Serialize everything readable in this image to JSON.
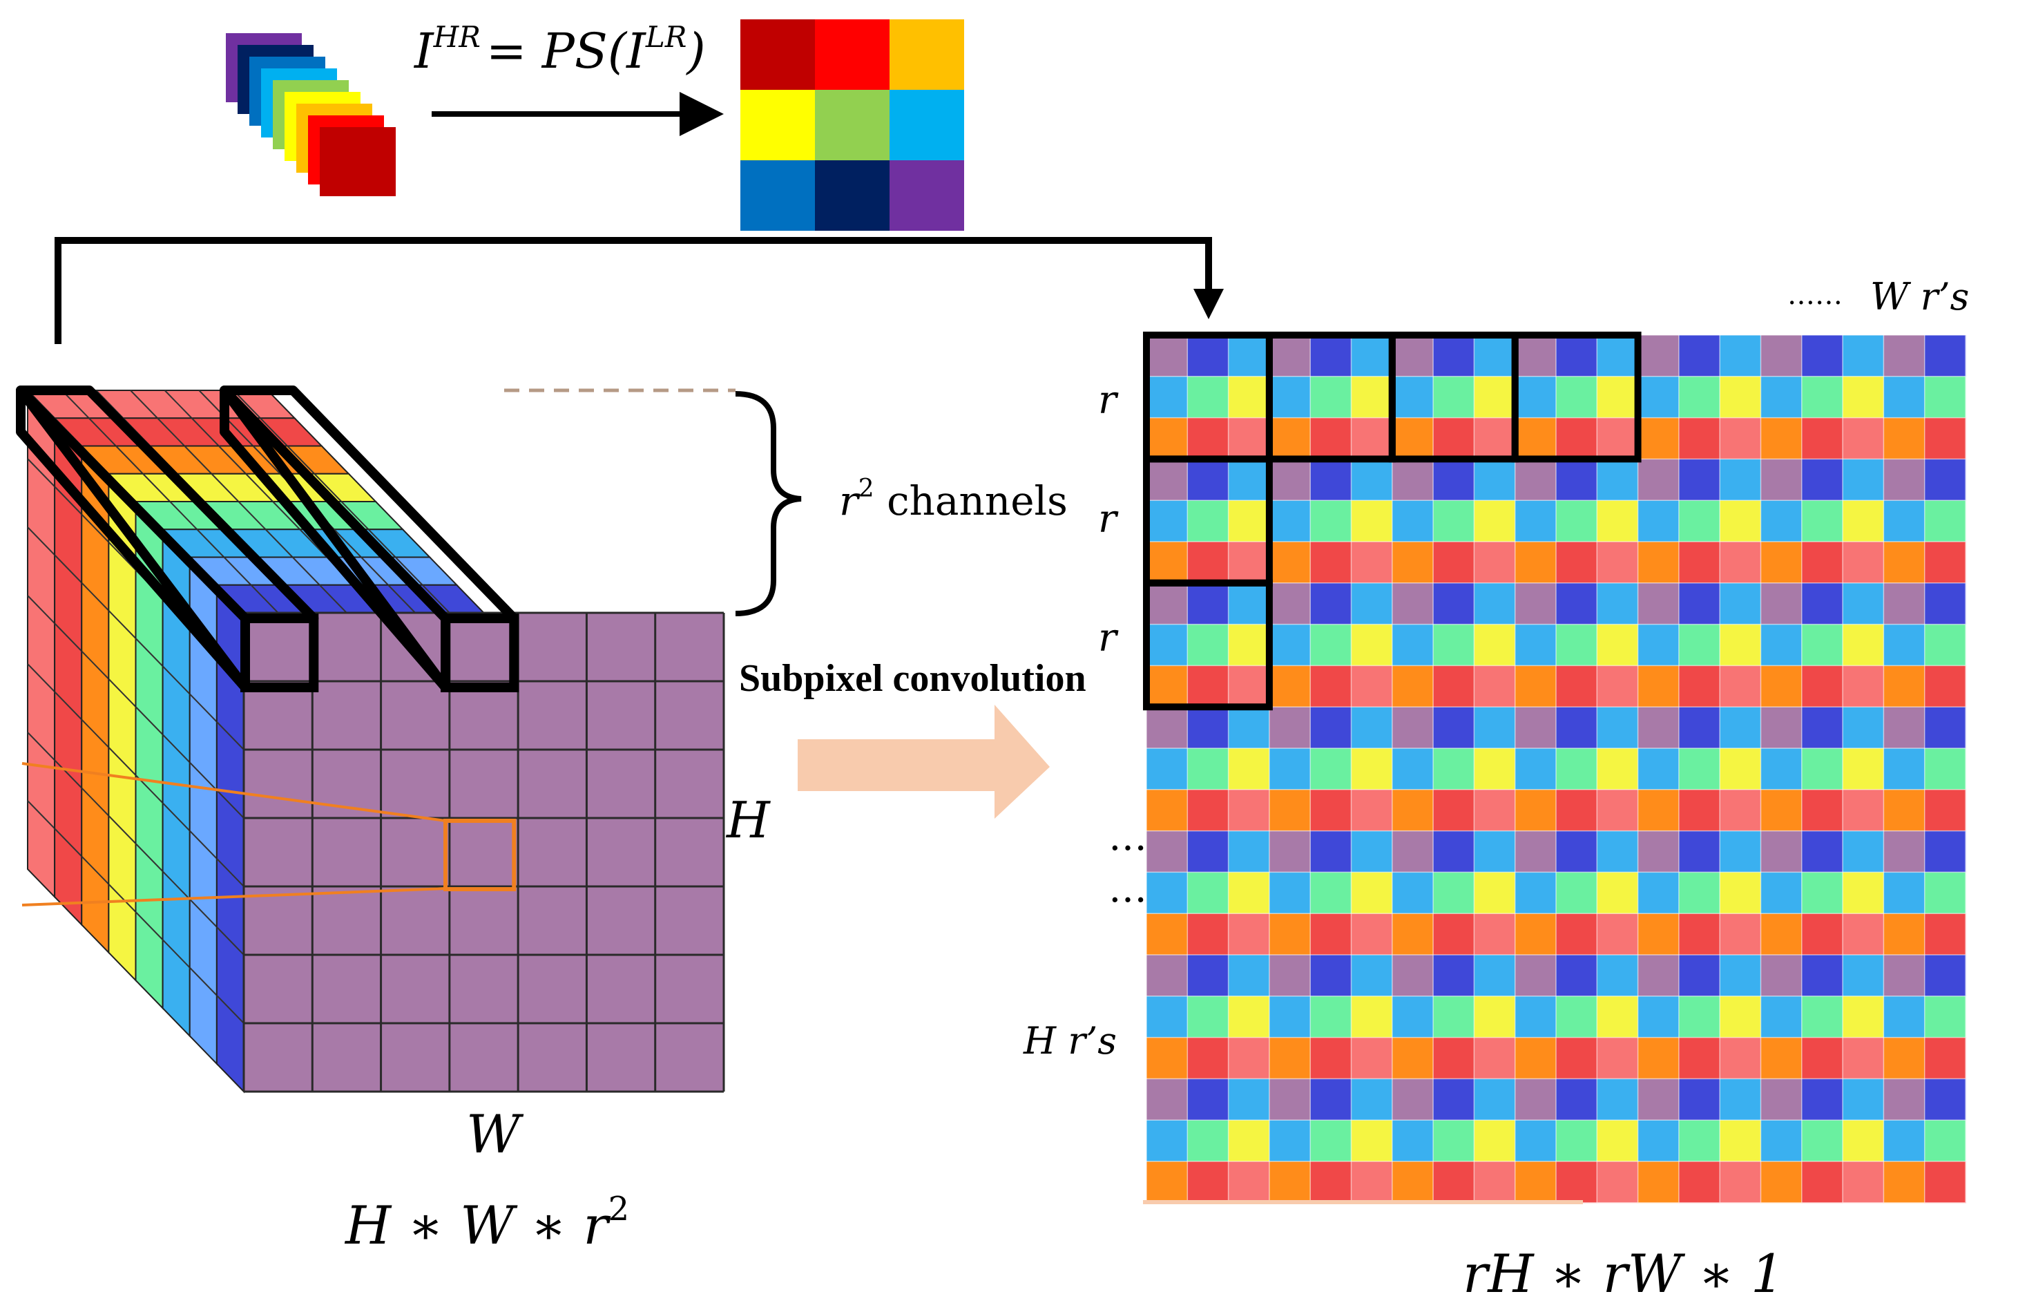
{
  "formula": {
    "lhs": "I",
    "lhs_sup": "HR",
    "rhs": "= PS(I",
    "rhs_sup": "LR",
    "close": ")"
  },
  "labels": {
    "channels_sup": "2",
    "channels_text": " channels",
    "channels_r": "r",
    "subpixel": "Subpixel convolution",
    "h_side": "H",
    "w_bottom": "W",
    "input_dims": "H ∗ W ∗ r",
    "input_dims_sup": "2",
    "output_dims": "rH ∗ rW ∗ 1",
    "row_r_1": "r",
    "row_r_2": "r",
    "row_r_3": "r",
    "dots_1": "…",
    "dots_2": "…",
    "h_rs": "H r’s",
    "w_rs": "W r’s",
    "w_dots": "……"
  },
  "colors": {
    "stack_channels": [
      "#7030a0",
      "#002060",
      "#0070c0",
      "#00b0f0",
      "#92d050",
      "#ffff00",
      "#ffc000",
      "#ff0000",
      "#c00000"
    ],
    "hr_grid": [
      "#c00000",
      "#ff0000",
      "#ffc000",
      "#ffff00",
      "#92d050",
      "#00b0f0",
      "#0070c0",
      "#002060",
      "#7030a0"
    ],
    "cube_layers": [
      "#f87474",
      "#f04848",
      "#ff8c1a",
      "#f5f542",
      "#6af0a0",
      "#3ab0f0",
      "#6aa8ff",
      "#3f48d8"
    ],
    "cube_front": "#a87aa8",
    "out_row1": [
      "#a87aa8",
      "#3f48d8",
      "#3ab0f0"
    ],
    "out_row2": [
      "#3ab0f0",
      "#6af0a0",
      "#f5f542"
    ],
    "out_row3": [
      "#ff8c1a",
      "#f04848",
      "#f87474"
    ],
    "highlight": "#f08020",
    "arrow": "#f8cbad"
  }
}
